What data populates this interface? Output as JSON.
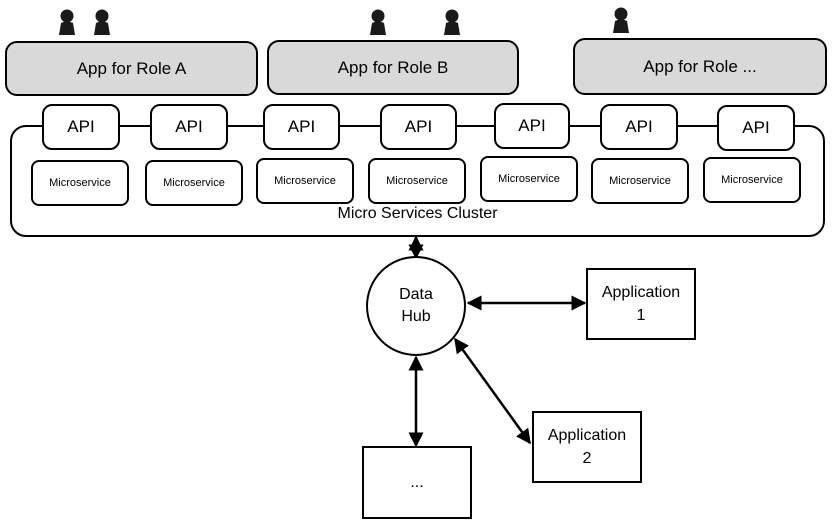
{
  "roles": {
    "role_a": "App for Role A",
    "role_b": "App for Role B",
    "role_more": "App for Role ..."
  },
  "api_label": "API",
  "microservice_label": "Microservice",
  "cluster_label": "Micro Services Cluster",
  "hub": {
    "line1": "Data",
    "line2": "Hub"
  },
  "application1": {
    "line1": "Application",
    "line2": "1"
  },
  "application2": {
    "line1": "Application",
    "line2": "2"
  },
  "more_box": "...",
  "icons": {
    "user": "user-icon"
  },
  "colors": {
    "role_box_fill": "#d9d9d9",
    "stroke": "#000000",
    "user_icon": "#1a1a1a"
  }
}
